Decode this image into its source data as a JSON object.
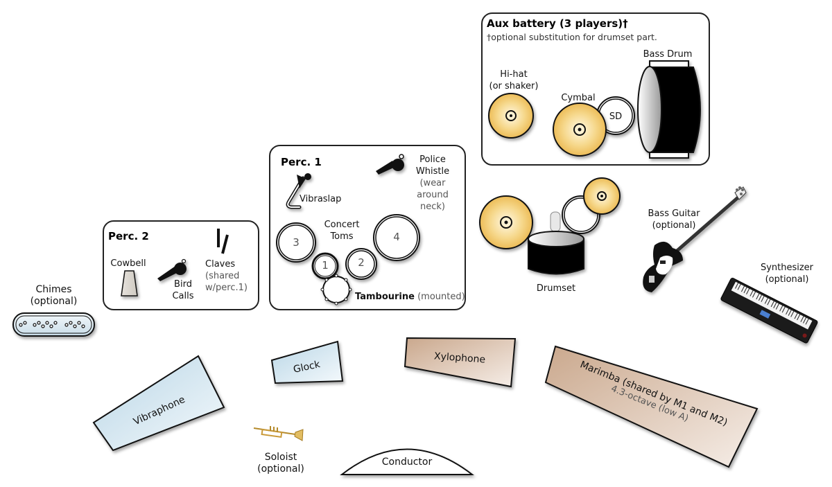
{
  "diagram": {
    "title": "Percussion stage setup",
    "groups": {
      "aux_battery": {
        "title": "Aux battery (3 players)†",
        "note": "†optional substitution for drumset part.",
        "items": {
          "hihat": [
            "Hi-hat",
            "(or shaker)"
          ],
          "cymbal": "Cymbal",
          "snare": "SD",
          "bass_drum": "Bass Drum"
        }
      },
      "perc1": {
        "title": "Perc. 1",
        "items": {
          "vibraslap": "Vibraslap",
          "police_whistle": [
            "Police",
            "Whistle"
          ],
          "police_whistle_note": [
            "(wear",
            "around",
            "neck)"
          ],
          "concert_toms": [
            "Concert",
            "Toms"
          ],
          "tom_numbers": [
            "1",
            "2",
            "3",
            "4"
          ],
          "tambourine": "Tambourine",
          "tambourine_note": "(mounted)"
        }
      },
      "perc2": {
        "title": "Perc. 2",
        "items": {
          "cowbell": "Cowbell",
          "bird_calls": [
            "Bird",
            "Calls"
          ],
          "claves": "Claves",
          "claves_note": [
            "(shared",
            "w/perc.1)"
          ]
        }
      }
    },
    "instruments": {
      "chimes": [
        "Chimes",
        "(optional)"
      ],
      "drumset": "Drumset",
      "bass_guitar": [
        "Bass Guitar",
        "(optional)"
      ],
      "synthesizer": [
        "Synthesizer",
        "(optional)"
      ],
      "vibraphone": "Vibraphone",
      "glock": "Glock",
      "xylophone": "Xylophone",
      "marimba": "Marimba (shared by M1 and M2)",
      "marimba_note": "4.3-octave (low A)",
      "soloist": [
        "Soloist",
        "(optional)"
      ],
      "conductor": "Conductor"
    },
    "colors": {
      "cymbal_gold": "#f2c35a",
      "mallet_blue": "#cfe3ee",
      "mallet_wood": "#d2b39a",
      "outline": "#111111"
    }
  }
}
